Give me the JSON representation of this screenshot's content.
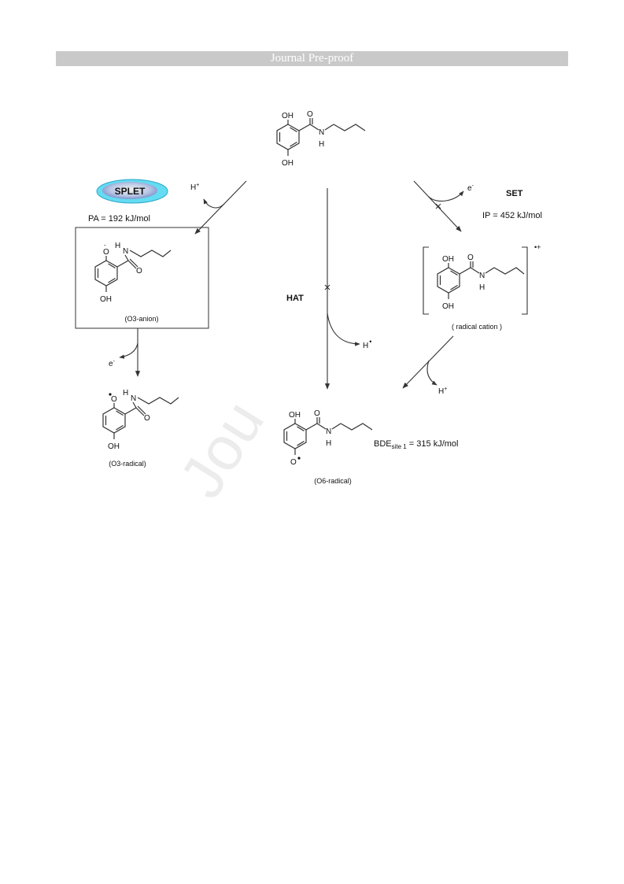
{
  "header": {
    "banner": "Journal Pre-proof"
  },
  "watermark": "Jou",
  "scheme": {
    "atoms": {
      "oh": "OH",
      "o": "O",
      "n": "N",
      "h": "H",
      "o_minus": "O",
      "minus": "-"
    },
    "splet": {
      "badge": "SPLET",
      "h_plus": "H",
      "plus": "+",
      "pa_label": "PA = 192 kJ/mol",
      "e_label": "e",
      "e_minus": "-"
    },
    "set": {
      "label": "SET",
      "e_label": "e",
      "e_minus": "-",
      "ip_label": "IP = 452 kJ/mol",
      "charge": "•+",
      "h_plus": "H",
      "plus": "+"
    },
    "hat": {
      "label": "HAT",
      "h_radical": "H",
      "dot": "•"
    },
    "bde": {
      "prefix": "BDE",
      "subscript": "site 1",
      "value": " = 315 kJ/mol"
    },
    "captions": {
      "anion": "(O3-anion)",
      "radical_cation": "( radical cation )",
      "o3_radical": "(O3-radical)",
      "o6_radical": "(O6-radical)"
    }
  }
}
